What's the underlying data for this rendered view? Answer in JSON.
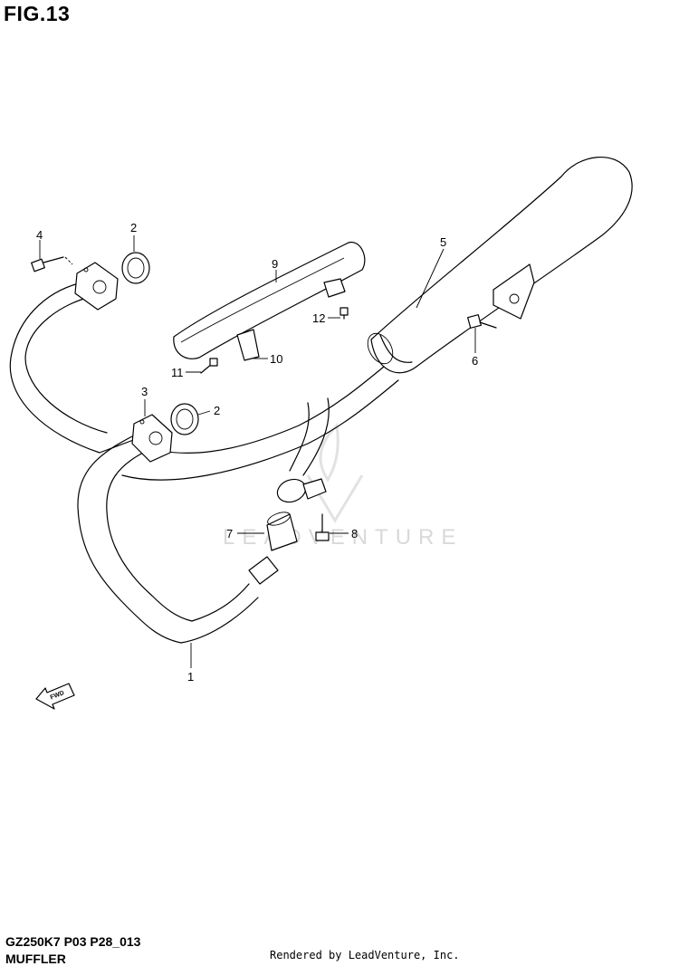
{
  "figure": {
    "title": "FIG.13",
    "code": "GZ250K7 P03 P28_013",
    "name": "MUFFLER",
    "rendered_by": "Rendered by LeadVenture, Inc.",
    "watermark": "LEADVENTURE",
    "fwd_label": "FWD"
  },
  "callouts": [
    "1",
    "2",
    "2",
    "3",
    "4",
    "5",
    "6",
    "7",
    "8",
    "9",
    "10",
    "11",
    "12"
  ]
}
